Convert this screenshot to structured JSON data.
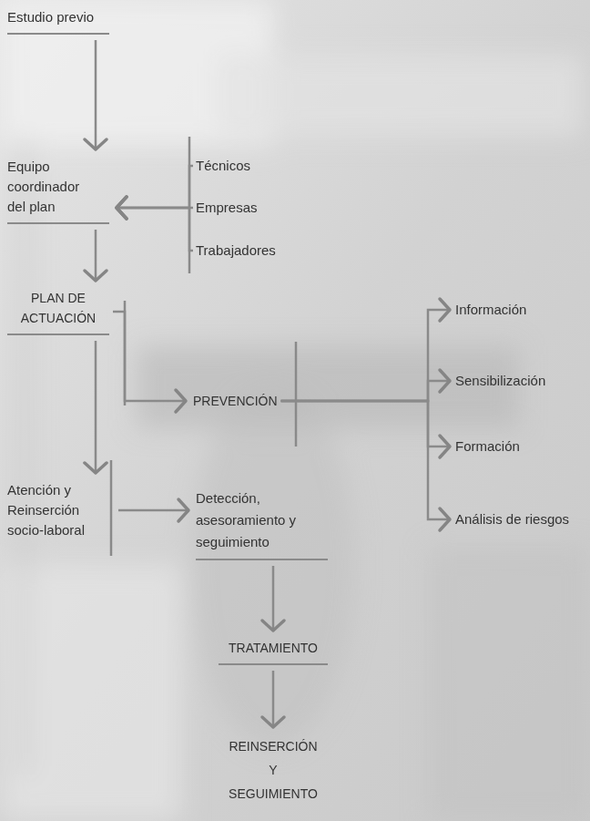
{
  "diagram": {
    "nodes": [
      {
        "text": [
          "Estudio previo"
        ]
      },
      {
        "text": [
          "Equipo coordinador del plan"
        ]
      },
      {
        "text": [
          "Técnicos"
        ]
      },
      {
        "text": [
          "Empresas"
        ]
      },
      {
        "text": [
          "Trabajadores"
        ]
      },
      {
        "text": [
          "PLAN DE ACTUACIÓN"
        ]
      },
      {
        "text": [
          "PREVENCIÓN"
        ]
      },
      {
        "text": [
          "Información"
        ]
      },
      {
        "text": [
          "Sensibilización"
        ]
      },
      {
        "text": [
          "Formación"
        ]
      },
      {
        "text": [
          "Análisis de riesgos"
        ]
      },
      {
        "text": [
          "Atención y Reinserción socio-laboral"
        ]
      },
      {
        "text": [
          "Detección, asesoramiento y seguimiento"
        ]
      },
      {
        "text": [
          "TRATAMIENTO"
        ]
      },
      {
        "text": [
          "REINSERCIÓN Y SEGUIMIENTO"
        ]
      }
    ],
    "edges": [
      {
        "from": 0,
        "to": 1,
        "arrow": "to"
      },
      {
        "from": 2,
        "to": 1,
        "arrow": "to"
      },
      {
        "from": 3,
        "to": 1,
        "arrow": "to"
      },
      {
        "from": 4,
        "to": 1,
        "arrow": "to"
      },
      {
        "from": 1,
        "to": 5,
        "arrow": "to"
      },
      {
        "from": 5,
        "to": 6,
        "arrow": "to"
      },
      {
        "from": 5,
        "to": 11,
        "arrow": "to"
      },
      {
        "from": 6,
        "to": 7,
        "arrow": "to"
      },
      {
        "from": 6,
        "to": 8,
        "arrow": "to"
      },
      {
        "from": 6,
        "to": 9,
        "arrow": "to"
      },
      {
        "from": 6,
        "to": 10,
        "arrow": "to"
      },
      {
        "from": 11,
        "to": 12,
        "arrow": "to"
      },
      {
        "from": 12,
        "to": 13,
        "arrow": "to"
      },
      {
        "from": 13,
        "to": 14,
        "arrow": "to"
      }
    ]
  }
}
